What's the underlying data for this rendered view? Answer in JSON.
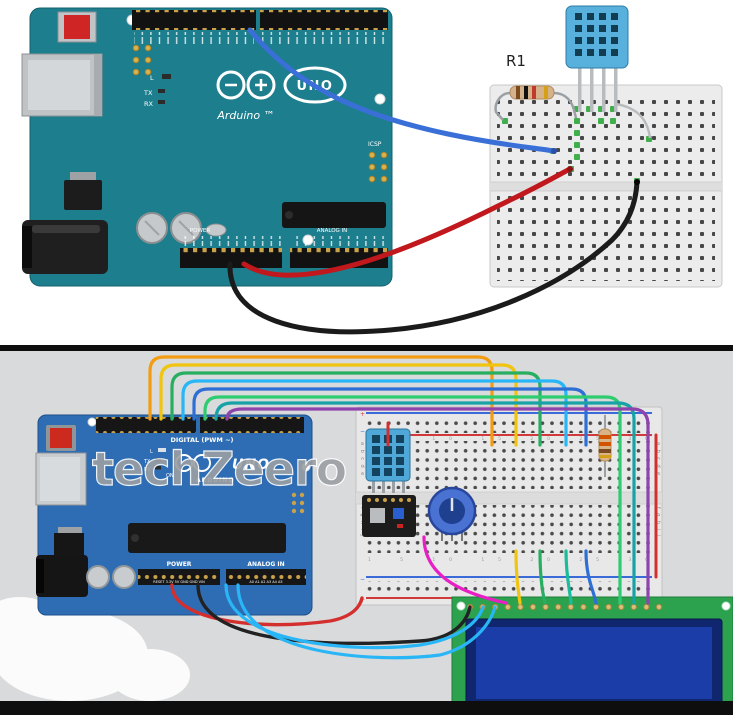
{
  "top_diagram": {
    "resistor_label": "R1",
    "arduino": {
      "brand": "Arduino ™",
      "model_badge": "UNO",
      "icsp_label": "ICSP",
      "power_label": "POWER",
      "analog_label": "ANALOG IN",
      "led_labels": {
        "l": "L",
        "tx": "TX",
        "rx": "RX"
      },
      "board_color": "#1d7e8e"
    },
    "components": {
      "sensor": "dht11-sensor",
      "breadboard": "mini-breadboard",
      "resistor": "pullup-resistor"
    },
    "wire_colors": {
      "data": "#3a6fd8",
      "power": "#c0181c",
      "ground": "#1b1b1b"
    }
  },
  "bottom_diagram": {
    "watermark": "techZeero",
    "arduino": {
      "digital_label": "DIGITAL (PWM ~)",
      "model_badge": "UNO",
      "brand": "ARDUINO",
      "power_label": "POWER",
      "analog_label": "ANALOG IN",
      "power_pins": "RESET 3.3V 5V GND GND VIN",
      "analog_pins": "A0 A1 A2 A3 A4 A5",
      "led_labels": {
        "l": "L",
        "tx": "TX",
        "rx": "RX",
        "on": "ON"
      },
      "board_color": "#2e6db4"
    },
    "breadboard": {
      "row_letters_top": "abcde",
      "row_letters_bottom": "fghij",
      "column_numbers": "1 5 10 15 20 25 30",
      "rail_plus": "+",
      "rail_minus": "−"
    },
    "components": {
      "sensor": "dht11-sensor",
      "module": "sensor-breakout-module",
      "potentiometer": "blue-potentiometer",
      "resistor": "series-resistor",
      "display": "lcd-16x2-display"
    },
    "wire_colors": [
      "#f39c12",
      "#f1c40f",
      "#27ae60",
      "#2ecc71",
      "#29b6f6",
      "#2e6fd6",
      "#17a2a6",
      "#8e44ad",
      "#e91ec4",
      "#d32f2f",
      "#222222"
    ]
  }
}
